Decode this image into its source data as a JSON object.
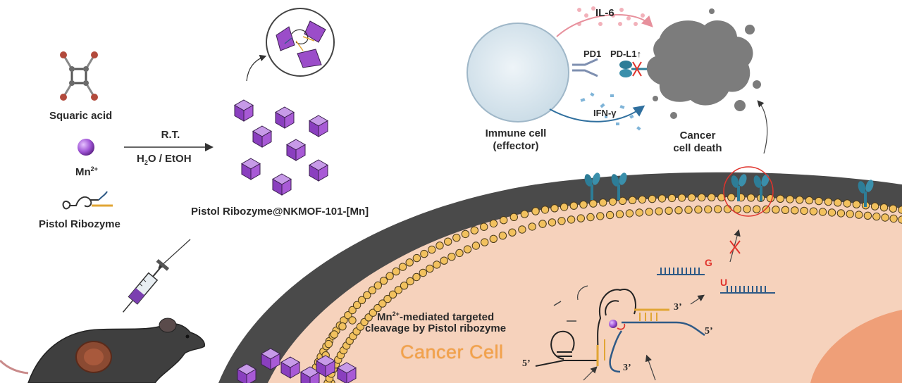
{
  "synthesis": {
    "squaric_acid": "Squaric acid",
    "mn_base": "Mn",
    "mn_sup": "2+",
    "pistol_ribozyme": "Pistol Ribozyme",
    "rt": "R.T.",
    "solvent_h": "H",
    "solvent_sub": "2",
    "solvent_rest": "O / EtOH",
    "product": "Pistol Ribozyme@NKMOF-101-[Mn]"
  },
  "immune": {
    "il6": "IL-6",
    "pd1": "PD1",
    "pdl1": "PD-L1",
    "ifn": "IFN-γ",
    "immune_cell_line1": "Immune cell",
    "immune_cell_line2": "(effector)",
    "cancer_death_line1": "Cancer",
    "cancer_death_line2": "cell death"
  },
  "cell": {
    "mediated_mn": "Mn",
    "mediated_sup": "2+",
    "mediated_line1_rest": "-mediated targeted",
    "mediated_line2": "cleavage by Pistol ribozyme",
    "cancer_cell": "Cancer Cell",
    "five_prime": "5’",
    "three_prime": "3’",
    "base_g": "G",
    "base_u": "U"
  },
  "colors": {
    "mof_purple": "#9b4dc9",
    "membrane_gold": "#f2c15e",
    "cytoplasm": "#f6d2bc",
    "nucleus": "#ef9f78",
    "cancer_gray": "#7c7c7c",
    "rna_blue": "#2f5a86",
    "rna_yellow": "#e1a534",
    "cleave_red": "#e0332c",
    "receptor_teal": "#2d7d97"
  }
}
